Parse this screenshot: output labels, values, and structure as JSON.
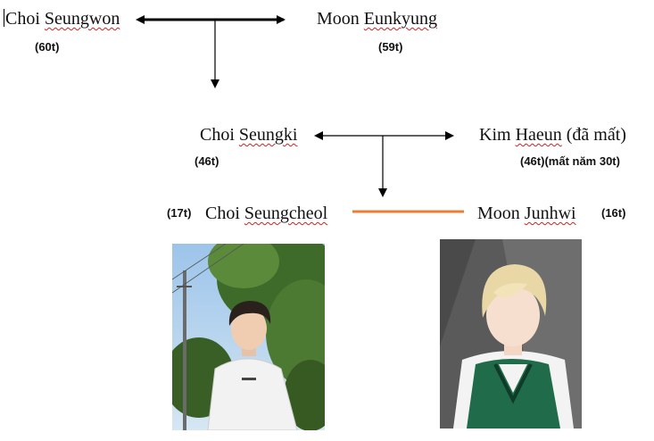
{
  "people": {
    "grandfather": {
      "first": "Choi",
      "last": "Seungwon",
      "age": "(60t)"
    },
    "grandmother": {
      "first": "Moon",
      "last": "Eunkyung",
      "age": "(59t)"
    },
    "father": {
      "first": "Choi",
      "last": "Seungki",
      "age": "(46t)"
    },
    "mother": {
      "first": "Kim",
      "last": "Haeun",
      "status": "(đã mất)",
      "age": "(46t)(mất năm 30t)"
    },
    "son": {
      "first": "Choi",
      "last": "Seungcheol",
      "age": "(17t)"
    },
    "partner": {
      "first": "Moon",
      "last": "Junhwi",
      "age": "(16t)"
    }
  },
  "colors": {
    "arrow": "#000000",
    "relationship_line": "#ed7d31",
    "spellcheck": "#d02020"
  },
  "photos": {
    "left": {
      "icon": "photo-young-man-white-tshirt-trees"
    },
    "right": {
      "icon": "photo-young-man-blond-green-vest"
    }
  }
}
